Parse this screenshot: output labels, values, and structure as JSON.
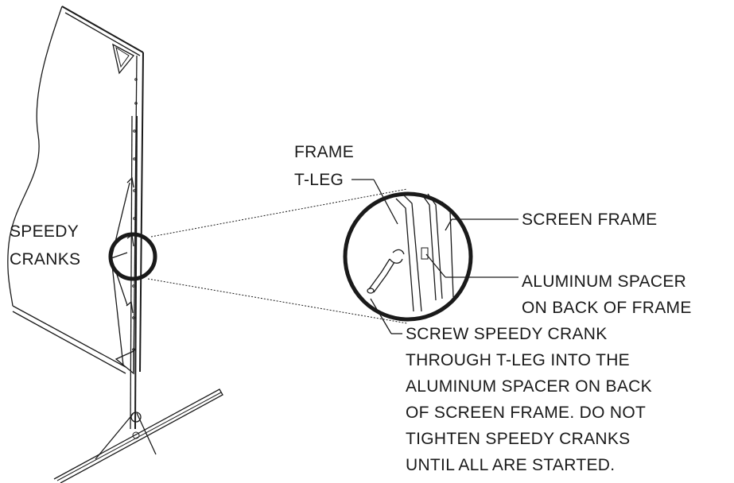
{
  "labels": {
    "frame_tleg_1": "FRAME",
    "frame_tleg_2": "T-LEG",
    "speedy_cranks_1": "SPEEDY",
    "speedy_cranks_2": "CRANKS",
    "screen_frame": "SCREEN FRAME",
    "aluminum_spacer_1": "ALUMINUM SPACER",
    "aluminum_spacer_2": "ON BACK OF FRAME",
    "instruction": [
      "SCREW SPEEDY CRANK",
      "THROUGH T-LEG INTO THE",
      "ALUMINUM SPACER ON BACK",
      "OF SCREEN FRAME. DO NOT",
      "TIGHTEN SPEEDY CRANKS",
      "UNTIL ALL ARE STARTED."
    ]
  }
}
